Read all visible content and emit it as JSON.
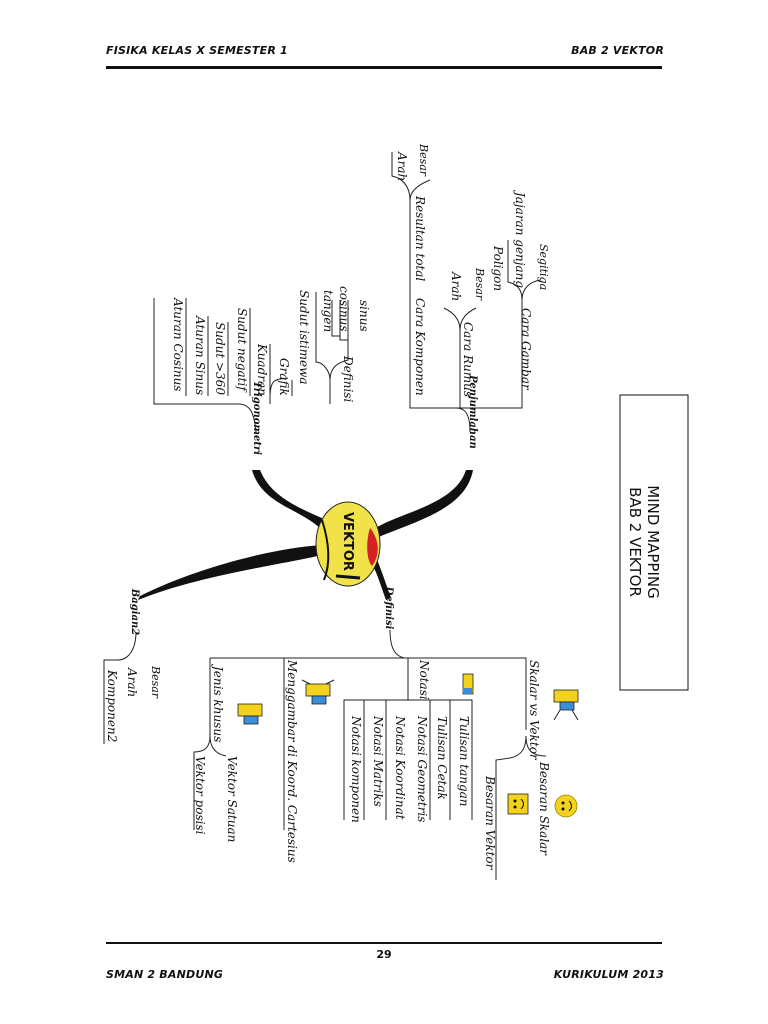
{
  "header": {
    "left": "FISIKA KELAS X SEMESTER 1",
    "right": "BAB 2  VEKTOR"
  },
  "footer": {
    "left": "SMAN 2 BANDUNG",
    "right": "KURIKULUM 2013",
    "page_number": "29"
  },
  "title_box": {
    "line1": "MIND MAPPING",
    "line2": "BAB 2 VEKTOR"
  },
  "center": "VEKTOR",
  "branches": {
    "trigonometri": {
      "label": "Trigonometri",
      "items": {
        "definisi": "Definisi",
        "sinus": "sinus",
        "cosinus": "cosinus",
        "tangen": "tangen",
        "sudut_istimewa": "Sudut istimewa",
        "grafik": "Grafik",
        "kuadran": "Kuadran",
        "sudut_negatif": "Sudut negatif",
        "sudut_360": "Sudut >360",
        "aturan_sinus": "Aturan Sinus",
        "aturan_cosinus": "Aturan Cosinus"
      }
    },
    "penjumlahan": {
      "label": "Penjumlahan",
      "items": {
        "resultan_total": "Resultan total",
        "besar": "Besar",
        "arah": "Arah",
        "cara_gambar": "Cara Gambar",
        "segitiga": "Segitiga",
        "jajaran_genjang": "Jajaran genjang",
        "poligon": "Poligon",
        "cara_rumus": "Cara Rumus",
        "rumus_besar": "Besar",
        "rumus_arah": "Arah",
        "cara_komponen": "Cara Komponen"
      }
    },
    "definisi": {
      "label": "Definisi",
      "items": {
        "skalar_vs_vektor": "Skalar vs Vektor",
        "besaran_skalar": "Besaran Skalar",
        "besaran_vektor": "Besaran Vektor",
        "notasi": "Notasi",
        "tulisan_tangan": "Tulisan tangan",
        "tulisan_cetak": "Tulisan Cetak",
        "notasi_geometris": "Notasi Geometris",
        "notasi_koordinat": "Notasi Koordinat",
        "notasi_matriks": "Notasi Matriks",
        "notasi_komponen": "Notasi komponen",
        "menggambar": "Menggambar di Koord. Cartesius",
        "jenis_khusus": "Jenis khusus",
        "vektor_satuan": "Vektor Satuan",
        "vektor_posisi": "Vektor posisi"
      }
    },
    "bagian2": {
      "label": "Bagian2",
      "items": {
        "besar": "Besar",
        "arah": "Arah",
        "komponen2": "Komponen2"
      }
    }
  },
  "colors": {
    "ball_yellow": "#f1e24a",
    "ball_red": "#d42222",
    "character_yellow": "#f2d21c",
    "character_blue": "#3b8fd9"
  }
}
